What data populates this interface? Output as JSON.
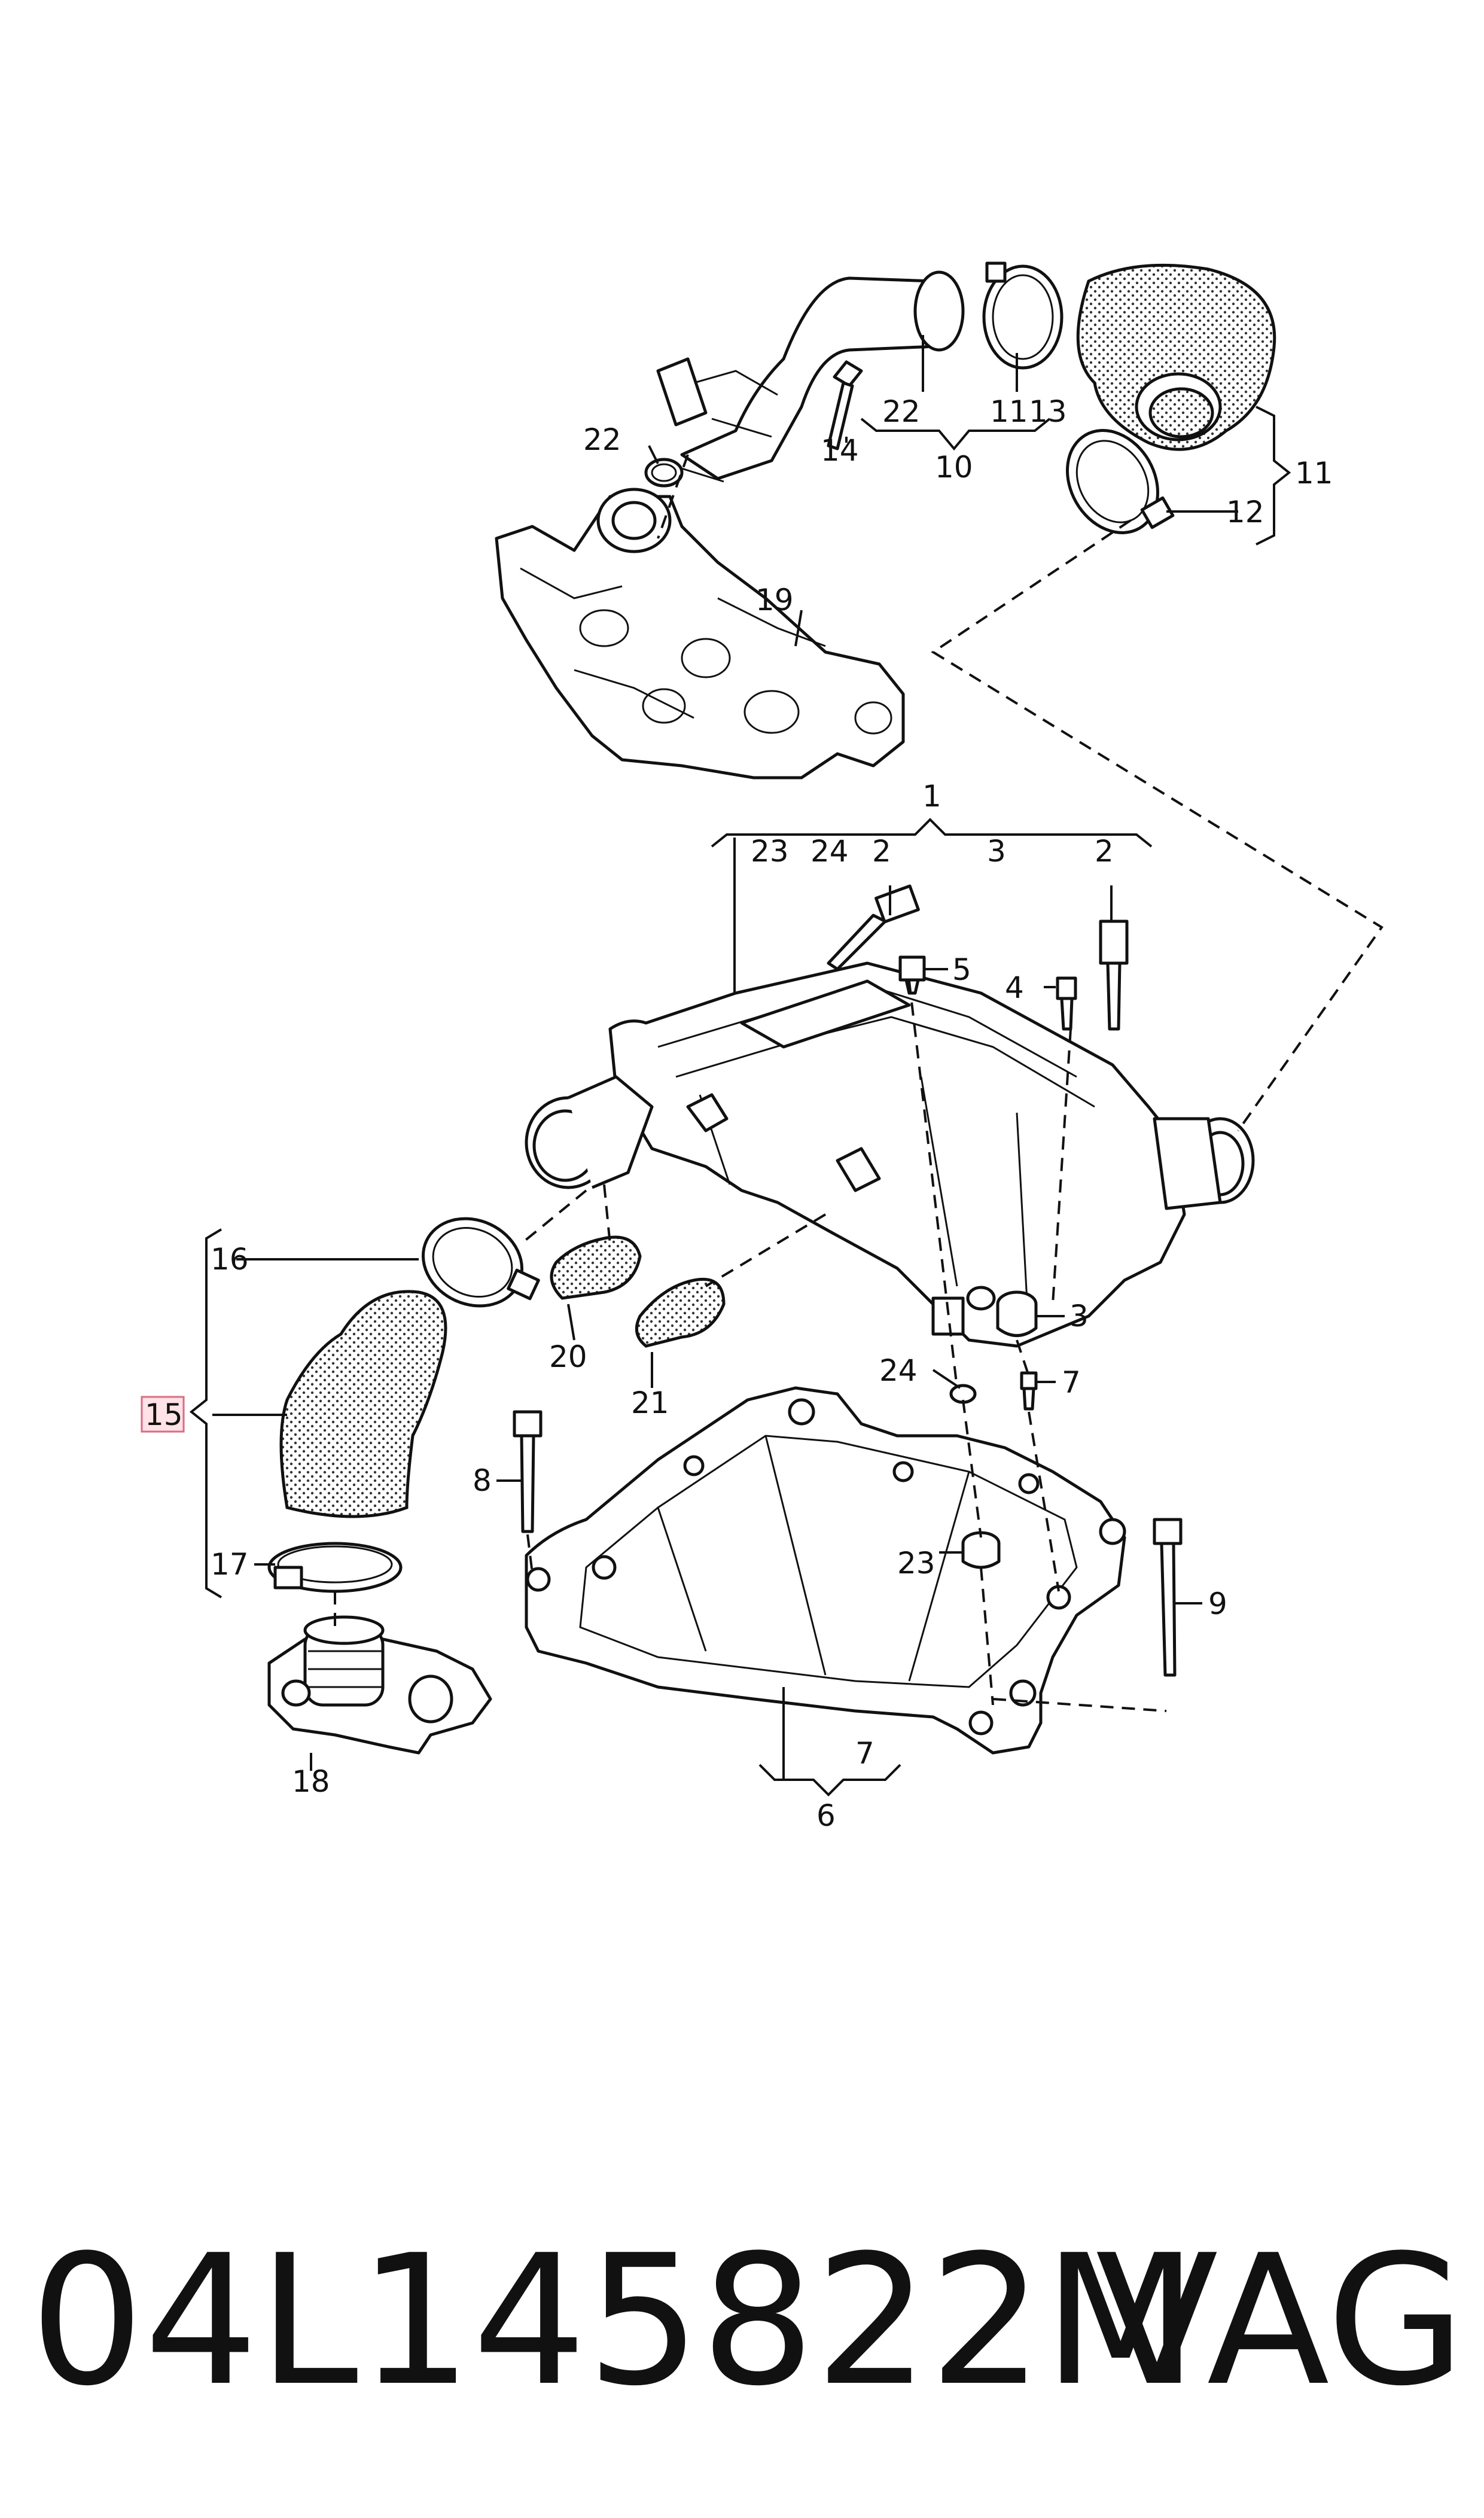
{
  "callouts": [
    "1",
    "2",
    "2",
    "3",
    "3",
    "4",
    "5",
    "6",
    "7",
    "7",
    "8",
    "9",
    "10",
    "11",
    "11",
    "12",
    "13",
    "14",
    "15",
    "16",
    "17",
    "18",
    "19",
    "20",
    "21",
    "22",
    "22",
    "23",
    "23",
    "24",
    "24"
  ],
  "footer": {
    "part_number": "04L145822M",
    "brand": "VAG"
  },
  "highlight_color": "#e06a80"
}
